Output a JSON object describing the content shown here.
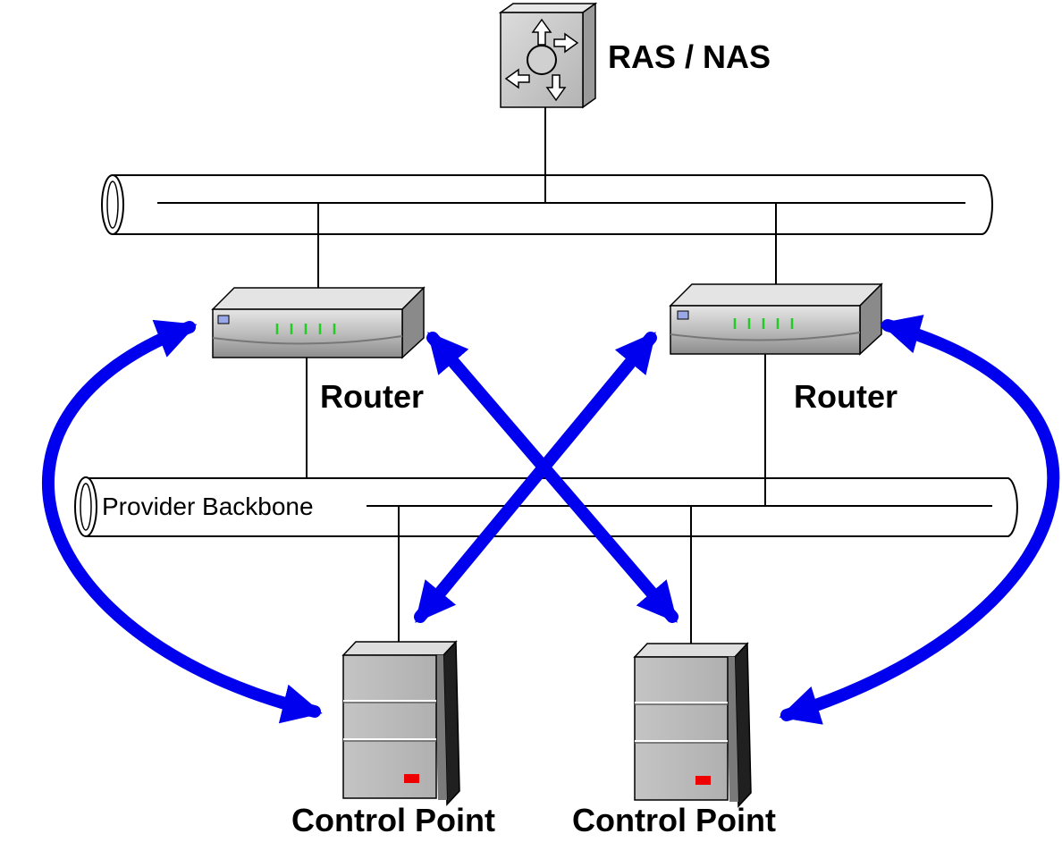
{
  "labels": {
    "ras_nas": "RAS / NAS",
    "router_left": "Router",
    "router_right": "Router",
    "backbone": "Provider Backbone",
    "control_point_left": "Control Point",
    "control_point_right": "Control Point"
  },
  "colors": {
    "arrow": "#0000ee",
    "line": "#000000",
    "led_green": "#22cc22",
    "indicator_red": "#ee0000",
    "device_gray": "#c8c8c8"
  },
  "icons": {
    "ras_nas": "switch-icon",
    "router": "router-icon",
    "control_point": "server-tower-icon",
    "bus": "pipe-bus-icon"
  }
}
